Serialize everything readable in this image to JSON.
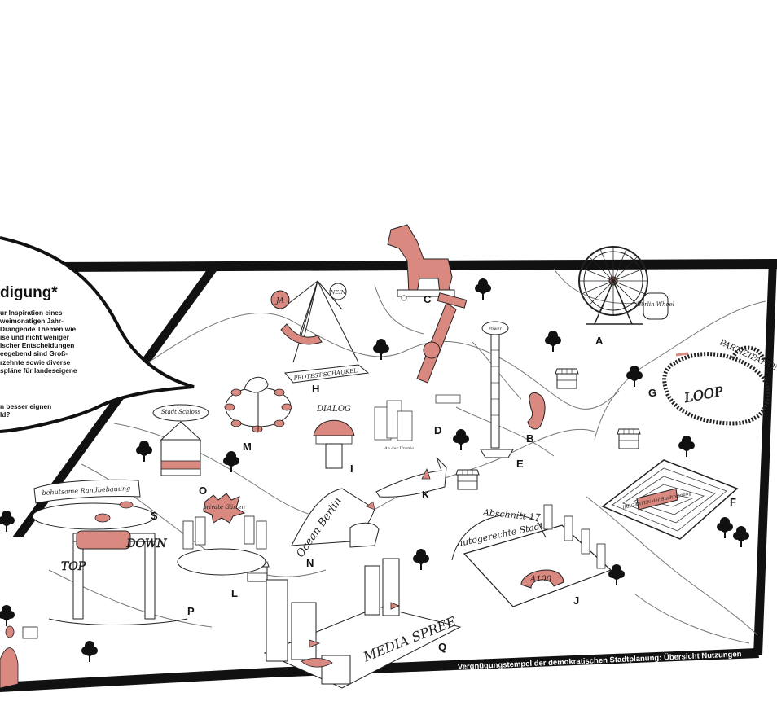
{
  "bubble": {
    "title": "digung*",
    "text_lines": [
      "ur Inspiration eines",
      "weimonatigen Jahr-",
      "Drängende Themen wie",
      "ise und nicht weniger",
      "ischer Entscheidungen",
      "eegebend sind Groß-",
      "rzehnte sowie diverse",
      "spläne für landeseigene"
    ],
    "question_lines": [
      "n besser eignen",
      "ld?"
    ]
  },
  "caption": "Vergnügungstempel der demokratischen Stadtplanung: Übersicht Nutzungen",
  "markers": {
    "A": "A",
    "B": "B",
    "C": "C",
    "D": "D",
    "E": "E",
    "F": "F",
    "G": "G",
    "H": "H",
    "I": "I",
    "J": "J",
    "K": "K",
    "L": "L",
    "M": "M",
    "N": "N",
    "O": "O",
    "P": "P",
    "Q": "Q",
    "S": "S"
  },
  "signs": {
    "protest_schaukel": "PROTEST-SCHAUKEL",
    "ja": "JA",
    "nein": "NEIN",
    "berlin_wheel": "Berlin Wheel",
    "partizipation": "PARTIZIPATION",
    "loop": "LOOP",
    "irrgarten": "IRRGARTEN der Stadtplanung",
    "abschnitt": "Abschnitt 17",
    "autogerechte_stadt": "autogerechte Stadt",
    "a100": "A100",
    "mediaspree": "MEDIA SPREE",
    "ocean_berlin": "Ocean Berlin",
    "dialog": "DIALOG",
    "private_gaerten": "private Gärten",
    "stadtschloss": "Stadt Schloss",
    "behutsame_randbebauung": "behutsame Randbebauung",
    "top": "TOP",
    "down": "DOWN",
    "an_der_urania": "An der Urania",
    "tower_top": "Power"
  },
  "colors": {
    "accent": "#d9897f",
    "ink": "#111111",
    "paper": "#ffffff"
  },
  "icons": [
    "tree-icon",
    "kiosk-icon",
    "trojan-horse-icon",
    "ferris-wheel-icon",
    "ear-icon",
    "shark-icon"
  ]
}
